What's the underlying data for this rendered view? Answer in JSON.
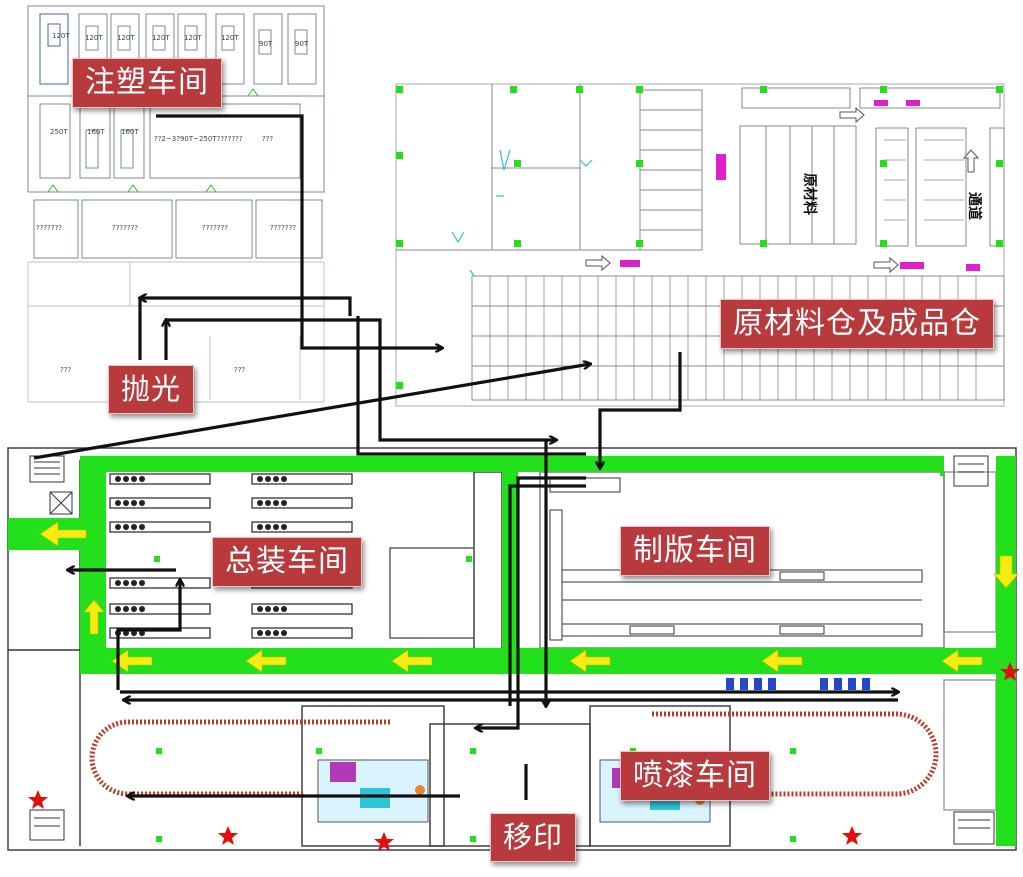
{
  "workshops": {
    "injection": "注塑车间",
    "polish": "抛光",
    "warehouse": "原材料仓及成品仓",
    "assembly": "总装车间",
    "platemaking": "制版车间",
    "painting": "喷漆车间",
    "transfer": "移印"
  },
  "machines": {
    "press_120": "120T",
    "press_90": "90T",
    "press_250": "250T",
    "press_160": "160T",
    "unknown": "???",
    "long_machine": "??2~3?90T~250T???????",
    "block": "???????"
  },
  "warehouse_text": {
    "store_label": "原材料",
    "aisle": "通道"
  },
  "colors": {
    "label_bg": "#b83a3c",
    "corridor": "#22e01c",
    "arrow_fill": "#f7ec12",
    "flow_line": "#111111",
    "star": "#e01010"
  }
}
